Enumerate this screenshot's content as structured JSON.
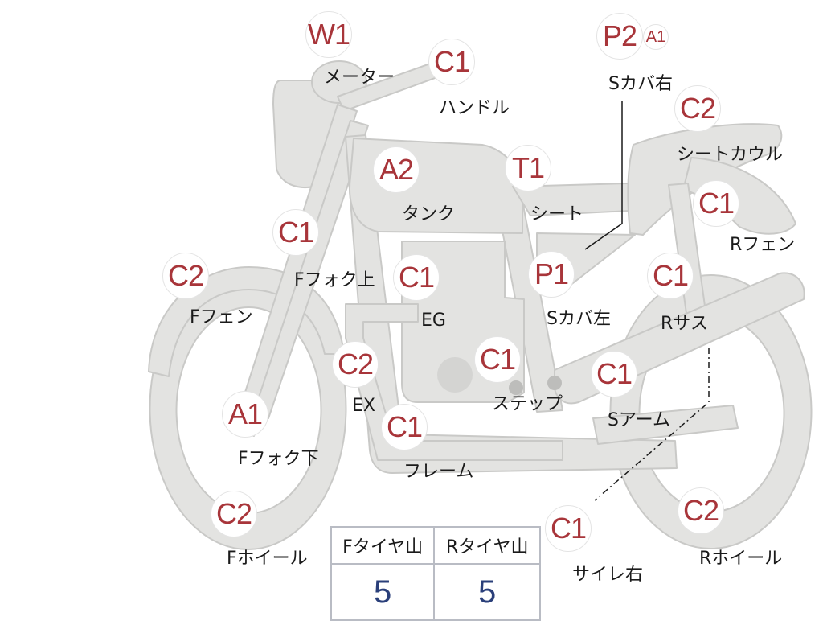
{
  "parts": [
    {
      "key": "meter",
      "grade": "W1",
      "label": "メーター"
    },
    {
      "key": "handle",
      "grade": "C1",
      "label": "ハンドル"
    },
    {
      "key": "s_cover_right",
      "grade": "P2",
      "extra": "A1",
      "label": "Sカバ右"
    },
    {
      "key": "seat_cowl",
      "grade": "C2",
      "label": "シートカウル"
    },
    {
      "key": "tank",
      "grade": "A2",
      "label": "タンク"
    },
    {
      "key": "seat",
      "grade": "T1",
      "label": "シート"
    },
    {
      "key": "r_fender",
      "grade": "C1",
      "label": "Rフェン"
    },
    {
      "key": "f_fork_upper",
      "grade": "C1",
      "label": "Fフォク上"
    },
    {
      "key": "f_fender",
      "grade": "C2",
      "label": "Fフェン"
    },
    {
      "key": "engine",
      "grade": "C1",
      "label": "EG"
    },
    {
      "key": "s_cover_left",
      "grade": "P1",
      "label": "Sカバ左"
    },
    {
      "key": "r_suspension",
      "grade": "C1",
      "label": "Rサス"
    },
    {
      "key": "exhaust",
      "grade": "C2",
      "label": "EX"
    },
    {
      "key": "step",
      "grade": "C1",
      "label": "ステップ"
    },
    {
      "key": "swing_arm",
      "grade": "C1",
      "label": "Sアーム"
    },
    {
      "key": "f_fork_lower",
      "grade": "A1",
      "label": "Fフォク下"
    },
    {
      "key": "frame",
      "grade": "C1",
      "label": "フレーム"
    },
    {
      "key": "f_wheel",
      "grade": "C2",
      "label": "Fホイール"
    },
    {
      "key": "muffler_right",
      "grade": "C1",
      "label": "サイレ右"
    },
    {
      "key": "r_wheel",
      "grade": "C2",
      "label": "Rホイール"
    }
  ],
  "tires": {
    "front_label": "Fタイヤ山",
    "front_value": "5",
    "rear_label": "Rタイヤ山",
    "rear_value": "5"
  },
  "colors": {
    "body_fill": "#e3e3e1",
    "body_stroke": "#c9c9c7",
    "grade_text": "#a8353a",
    "value_text": "#2a3f7a",
    "table_border": "#b9bcc4"
  }
}
